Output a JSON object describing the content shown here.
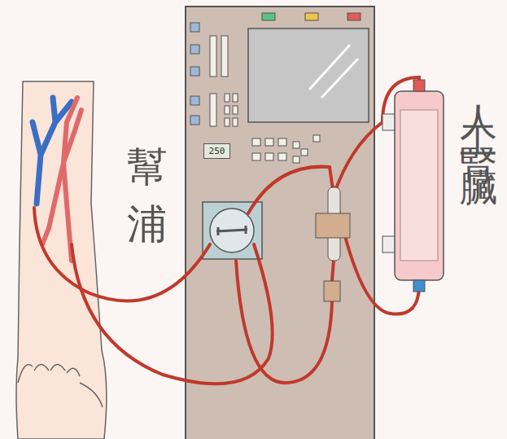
{
  "diagram": {
    "nodes": [
      {
        "text": [
          "250"
        ]
      }
    ],
    "labels": [
      "幫浦",
      "人工腎臟"
    ]
  }
}
